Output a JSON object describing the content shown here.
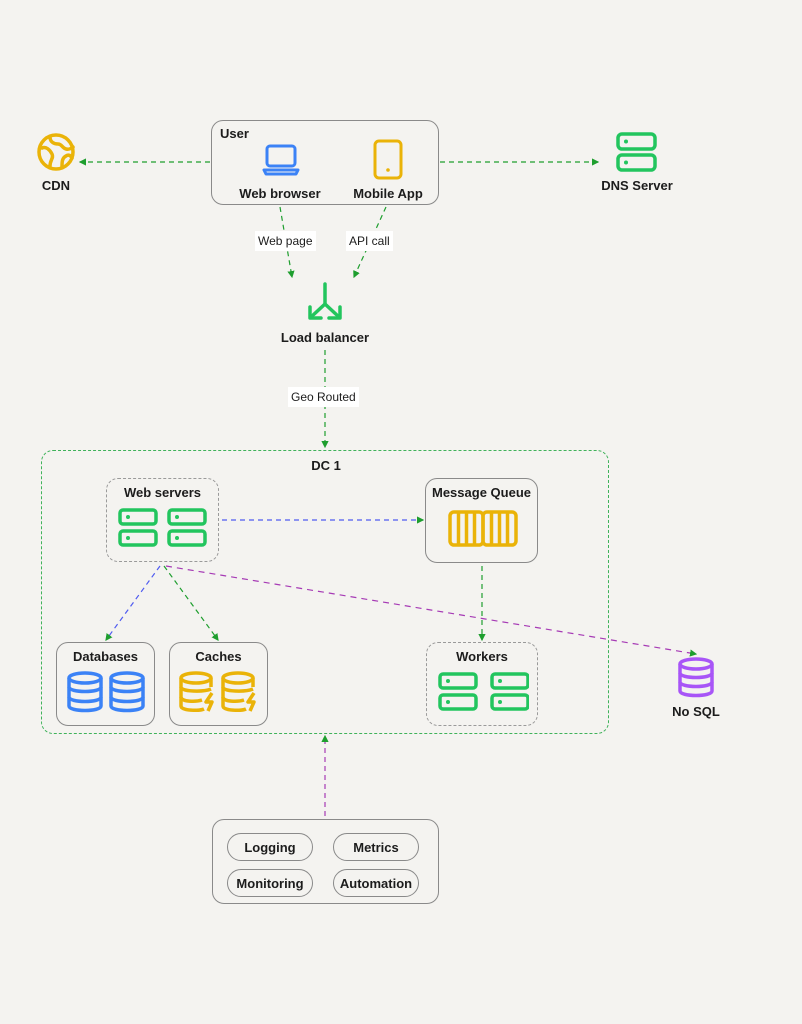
{
  "colors": {
    "green": "#22c55e",
    "blue": "#3b82f6",
    "yellow": "#eab308",
    "purple": "#a855f7",
    "edge_green": "#1e9e2e",
    "edge_blue": "#4f5bf0",
    "edge_purple": "#a63ab5"
  },
  "nodes": {
    "cdn": {
      "label": "CDN",
      "icon": "globe-icon"
    },
    "user": {
      "title": "User",
      "web_browser": "Web browser",
      "mobile_app": "Mobile App"
    },
    "dns": {
      "label": "DNS Server",
      "icon": "server-icon"
    },
    "load_balancer": {
      "label": "Load balancer",
      "icon": "split-arrow-icon"
    },
    "dc": {
      "title": "DC 1"
    },
    "web_servers": {
      "title": "Web servers"
    },
    "message_queue": {
      "title": "Message Queue"
    },
    "databases": {
      "title": "Databases"
    },
    "caches": {
      "title": "Caches"
    },
    "workers": {
      "title": "Workers"
    },
    "nosql": {
      "label": "No SQL"
    },
    "ops": {
      "items": [
        "Logging",
        "Metrics",
        "Monitoring",
        "Automation"
      ]
    }
  },
  "edges": {
    "web_page": "Web page",
    "api_call": "API call",
    "geo_routed": "Geo Routed"
  }
}
